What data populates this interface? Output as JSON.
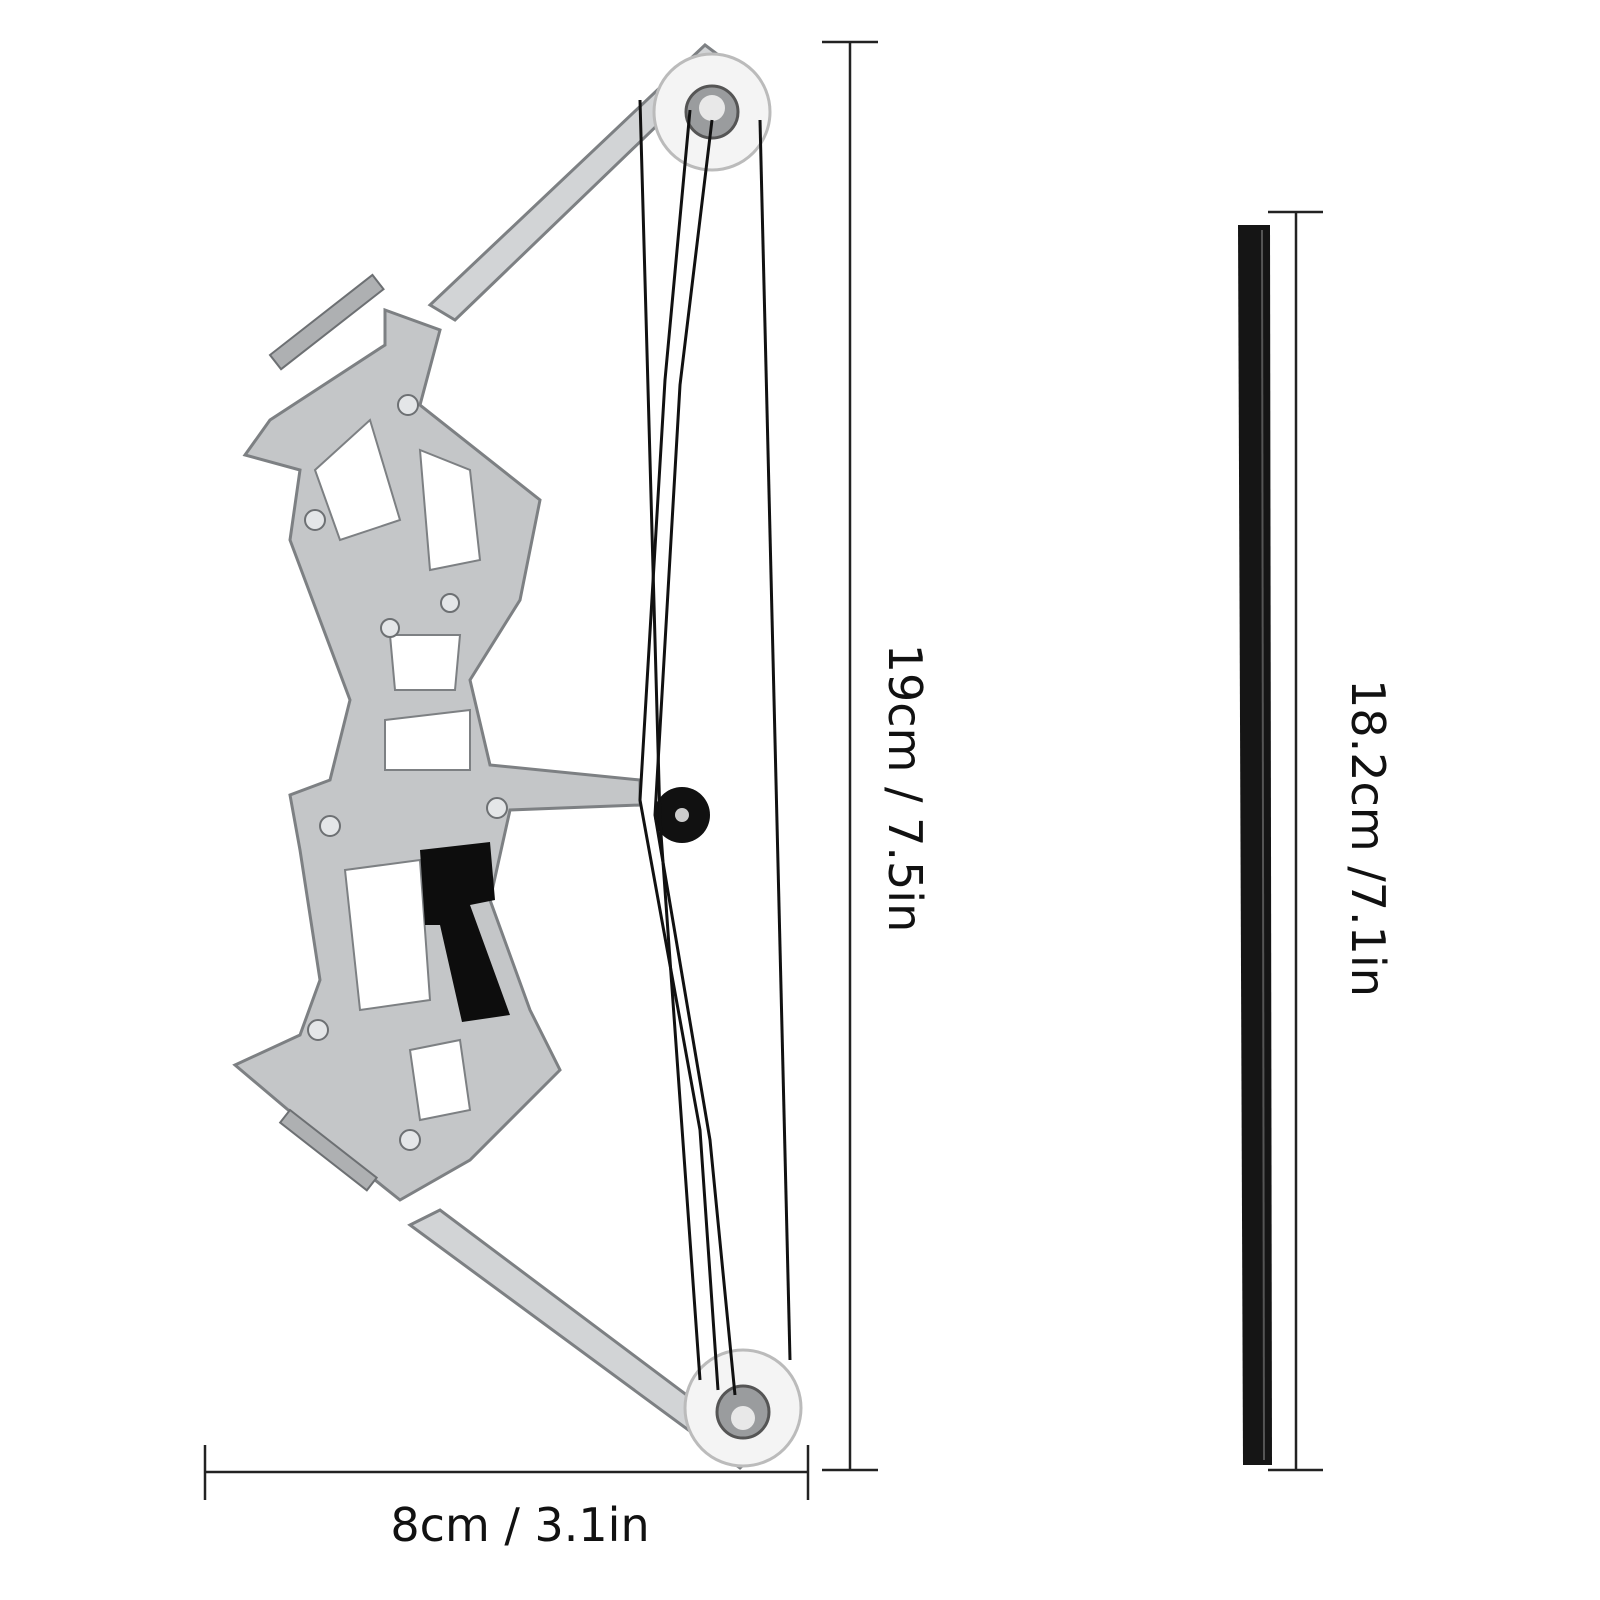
{
  "product": {
    "bow_height_label": "19cm / 7.5in",
    "arrow_length_label": "18.2cm /7.1in",
    "bow_width_label": "8cm / 3.1in"
  },
  "colors": {
    "frame": "#c4c6c8",
    "frame_edge": "#7d8083",
    "grip": "#0d0d0d",
    "string": "#111111",
    "arrow": "#151515",
    "dimension_line": "#222222"
  }
}
